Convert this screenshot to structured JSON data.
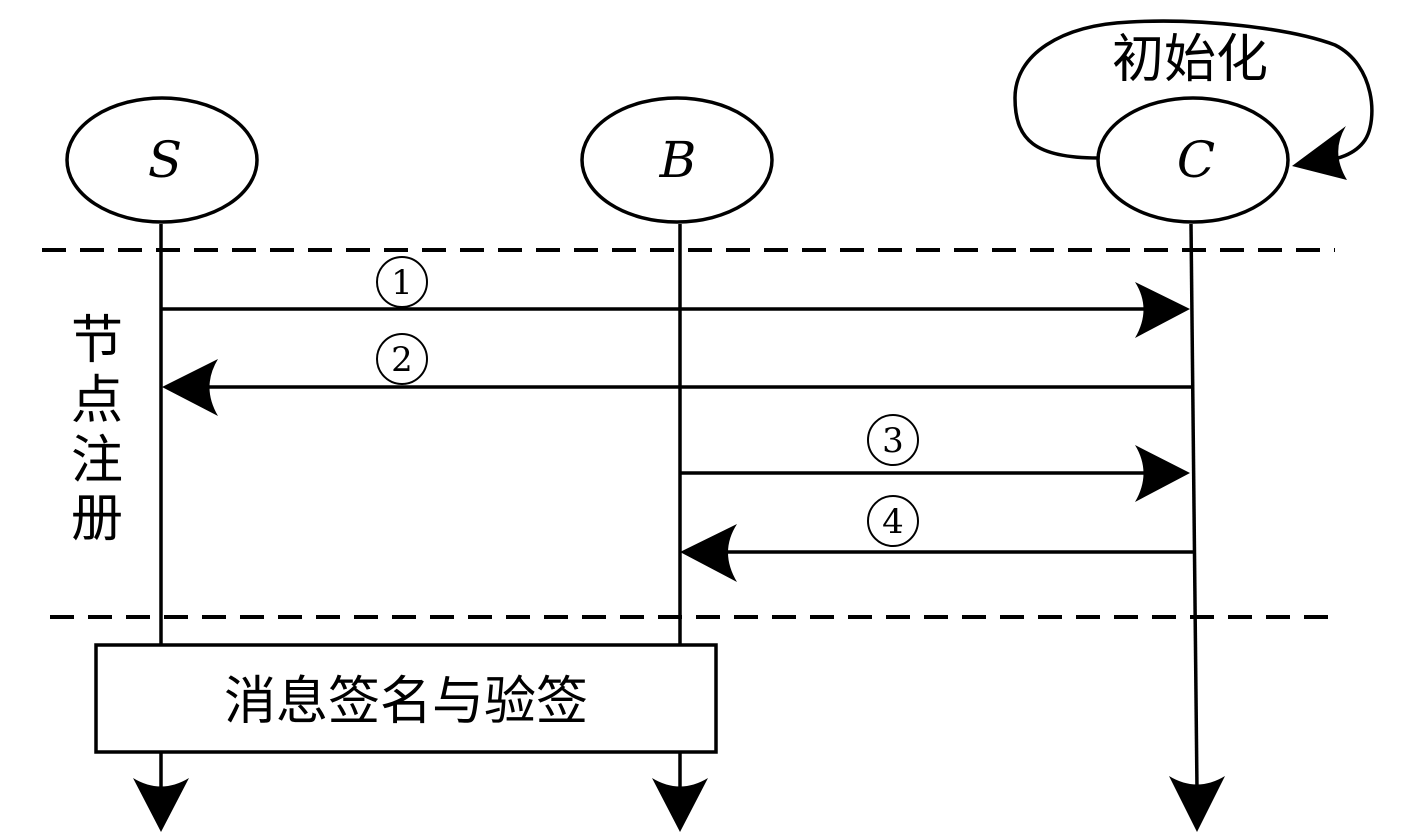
{
  "actors": [
    {
      "id": "S",
      "label": "S"
    },
    {
      "id": "B",
      "label": "B"
    },
    {
      "id": "C",
      "label": "C"
    }
  ],
  "init_label": "初始化",
  "phase_label": "节点注册",
  "steps": [
    {
      "num": "1",
      "from": "S",
      "to": "C"
    },
    {
      "num": "2",
      "from": "C",
      "to": "S"
    },
    {
      "num": "3",
      "from": "B",
      "to": "C"
    },
    {
      "num": "4",
      "from": "C",
      "to": "B"
    }
  ],
  "box_label": "消息签名与验签"
}
